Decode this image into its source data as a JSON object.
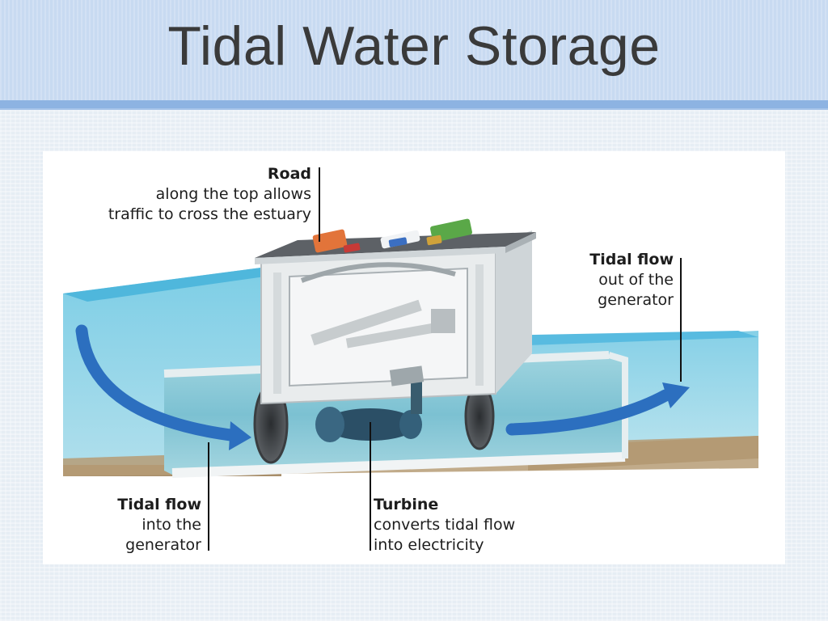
{
  "slide": {
    "title": "Tidal Water Storage"
  },
  "diagram": {
    "labels": {
      "road": {
        "head": "Road",
        "line1": "along the top allows",
        "line2": "traffic to cross the estuary"
      },
      "tidal_out": {
        "head": "Tidal flow",
        "line1": "out of the",
        "line2": "generator"
      },
      "tidal_in": {
        "head": "Tidal flow",
        "line1": "into the",
        "line2": "generator"
      },
      "turbine": {
        "head": "Turbine",
        "line1": "converts tidal flow",
        "line2": "into electricity"
      }
    },
    "colors": {
      "water": "#8fd3e6",
      "water_surface": "#6cc3df",
      "arrow": "#2c6fbf",
      "concrete": "#e9eced",
      "road": "#5d6166",
      "sand": "#a88e6a",
      "truck_orange": "#e2743a",
      "truck_green": "#5aa848",
      "car_blue": "#3b6fc2",
      "car_red": "#c73a37"
    }
  }
}
